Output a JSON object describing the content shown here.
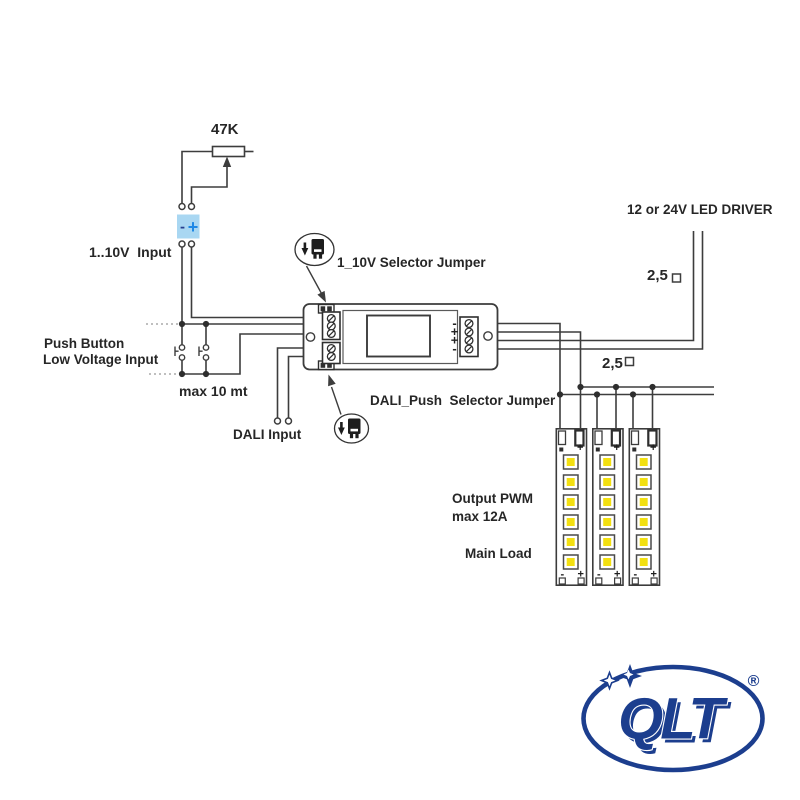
{
  "page": {
    "background": "#ffffff"
  },
  "labels": {
    "pot_value": "47K",
    "analog_input": "1..10V  Input",
    "push_button_line1": "Push Button",
    "push_button_line2": "Low Voltage Input",
    "max_length": "max 10 mt",
    "dali_input": "DALI Input",
    "jumper_1_10v": "1_10V Selector Jumper",
    "jumper_dali": "DALI_Push  Selector Jumper",
    "led_driver": "12 or 24V LED DRIVER",
    "wire_gauge_driver": "2,5",
    "wire_gauge_output": "2,5",
    "output_line1": "Output PWM",
    "output_line2": "max 12A",
    "main_load": "Main Load"
  },
  "connector_1_10v": {
    "minus": "-",
    "plus": "+"
  },
  "controller": {
    "output_terminals": [
      "-",
      "+",
      "+",
      "-"
    ]
  },
  "led_strips": {
    "count": 3,
    "leds_per_strip": 6,
    "minus_mark": "-",
    "plus_mark": "+"
  },
  "logo": {
    "brand": "QLT",
    "registered": "®"
  },
  "colors": {
    "navy": "#1c3e8e",
    "connector_blue_fill": "#a9d7f2",
    "plus_blue": "#1e88e5",
    "led_yellow": "#f3e011",
    "wire": "#3d3d3d"
  }
}
